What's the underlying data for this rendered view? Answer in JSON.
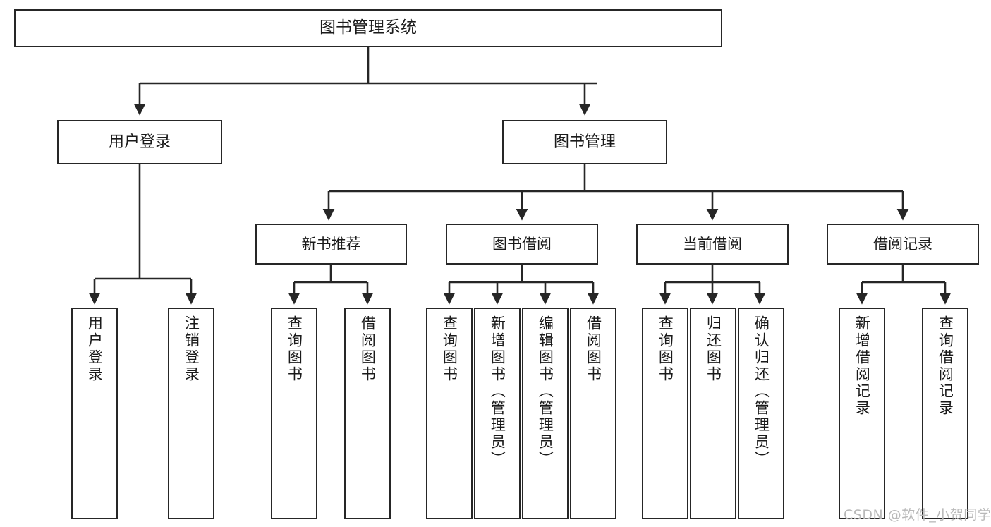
{
  "diagram": {
    "title": "图书管理系统",
    "root": {
      "label": "图书管理系统"
    },
    "level1": [
      {
        "label": "用户登录"
      },
      {
        "label": "图书管理"
      }
    ],
    "level2": [
      {
        "label": "新书推荐"
      },
      {
        "label": "图书借阅"
      },
      {
        "label": "当前借阅"
      },
      {
        "label": "借阅记录"
      }
    ],
    "leaves": [
      {
        "label": "用户登录"
      },
      {
        "label": "注销登录"
      },
      {
        "label": "查询图书"
      },
      {
        "label": "借阅图书"
      },
      {
        "label": "查询图书"
      },
      {
        "label": "新增图书（管理员）"
      },
      {
        "label": "编辑图书（管理员）"
      },
      {
        "label": "借阅图书"
      },
      {
        "label": "查询图书"
      },
      {
        "label": "归还图书"
      },
      {
        "label": "确认归还（管理员）"
      },
      {
        "label": "新增借阅记录"
      },
      {
        "label": "查询借阅记录"
      }
    ]
  },
  "watermark": {
    "text": "CSDN @软件_小贺同学"
  },
  "colors": {
    "background": "#ffffff",
    "box_border": "#262626",
    "text": "#1a1a1a",
    "connector": "#262626",
    "watermark": "#b9b9b9"
  }
}
